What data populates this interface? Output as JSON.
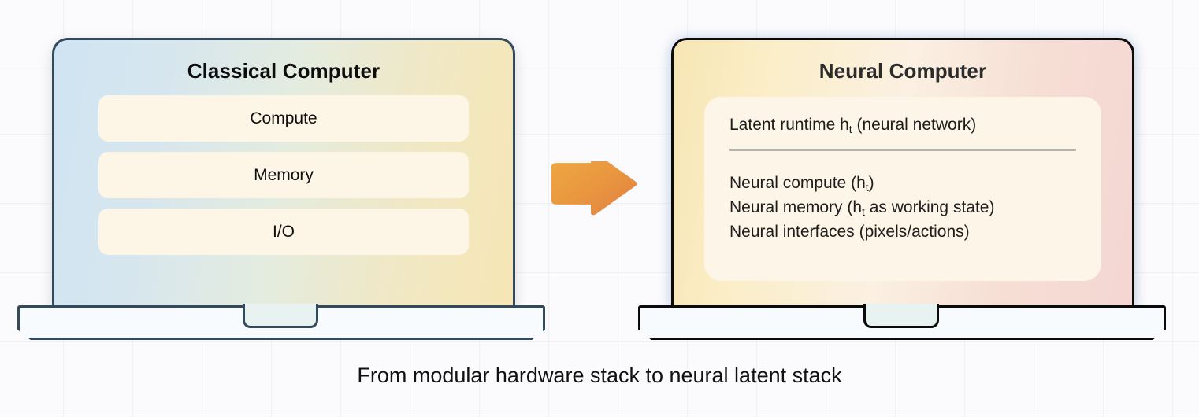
{
  "caption": "From modular hardware stack to neural latent stack",
  "arrow": {
    "icon": "right-arrow-icon",
    "color_start": "#eda33f",
    "color_end": "#e1823f"
  },
  "background": {
    "color": "#fbfafc",
    "grid_color": "#f1eff3",
    "grid_size": "88px"
  },
  "classical": {
    "title": "Classical Computer",
    "border_color": "#33495c",
    "gradient_from": "#cfe4f2",
    "gradient_to": "#f6e6b4",
    "rows": [
      {
        "label": "Compute"
      },
      {
        "label": "Memory"
      },
      {
        "label": "I/O"
      }
    ]
  },
  "neural": {
    "title": "Neural Computer",
    "border_color": "#0b0b0b",
    "gradient_from": "#f7e6b4",
    "gradient_to": "#f4d6d2",
    "panel_color": "#fdf6e8",
    "heading": {
      "pre": "Latent runtime h",
      "sub": "t",
      "post": " (neural network)"
    },
    "items": [
      {
        "pre": "Neural compute (h",
        "sub": "t",
        "post": ")"
      },
      {
        "pre": "Neural memory (h",
        "sub": "t",
        "post": " as working state)"
      },
      {
        "pre": "Neural interfaces (pixels/actions)",
        "sub": "",
        "post": ""
      }
    ]
  }
}
